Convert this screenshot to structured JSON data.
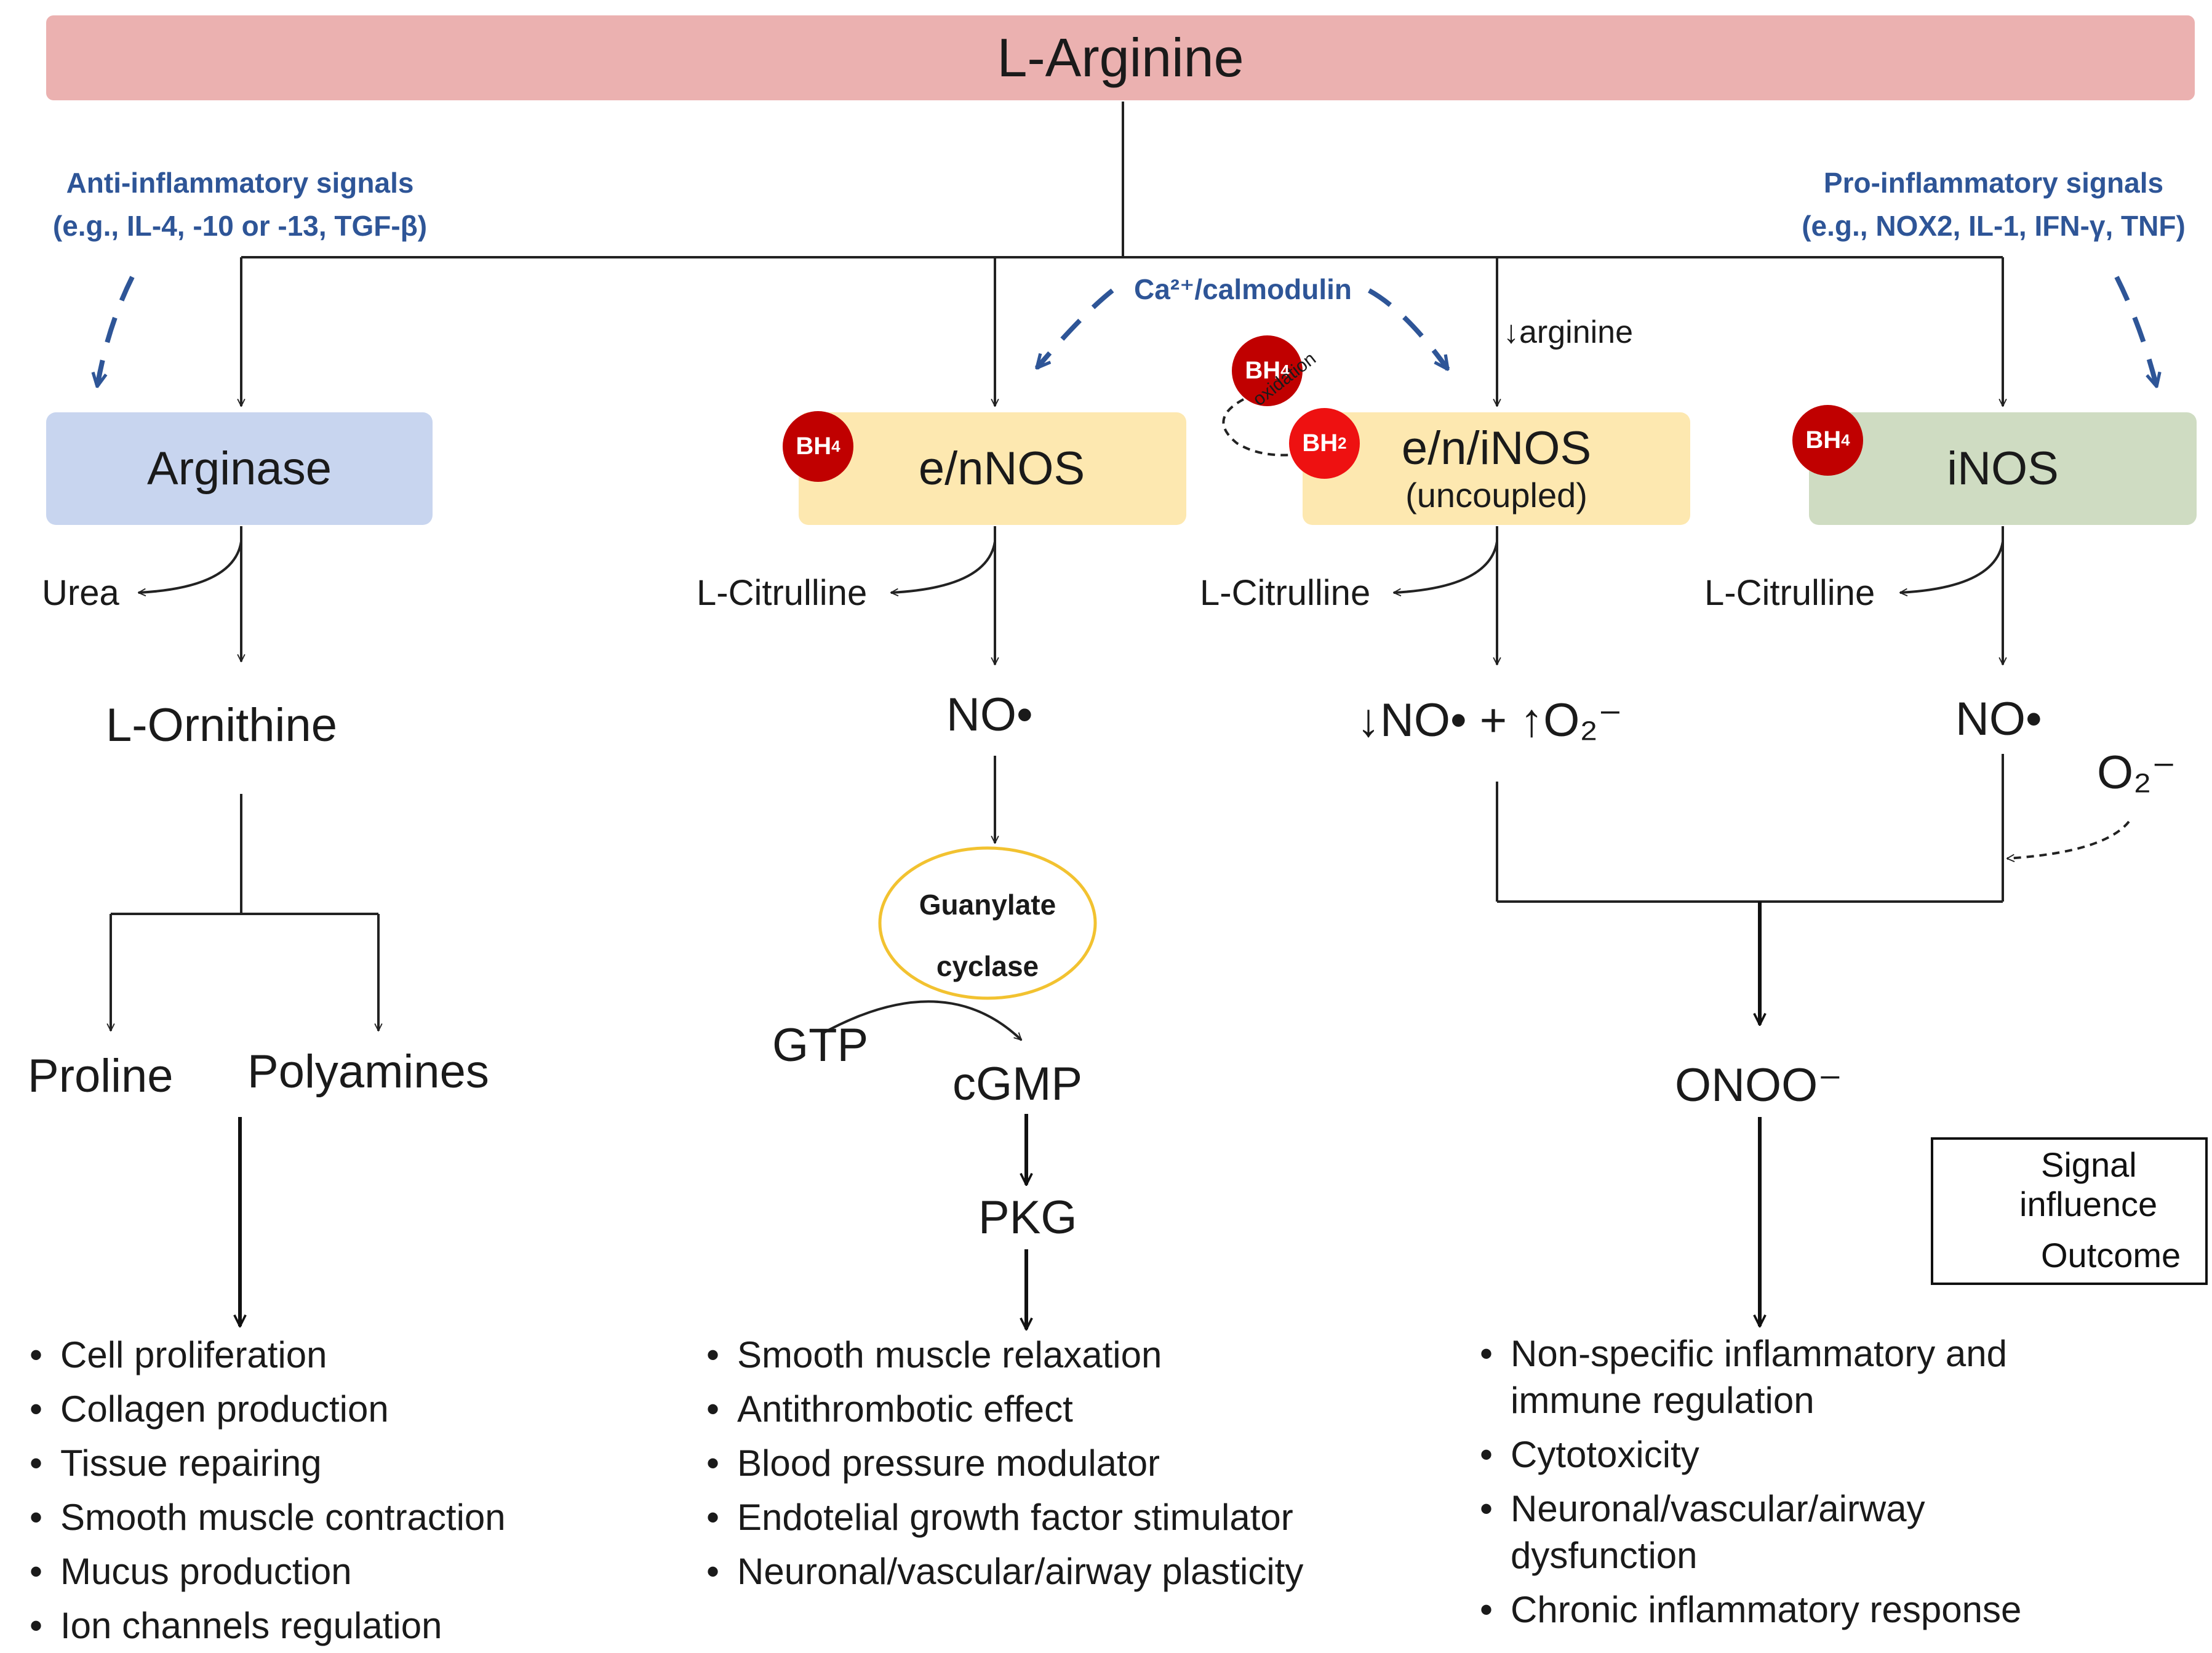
{
  "colors": {
    "arginine_bar": "#ebb1b0",
    "arginase_box": "#c8d5ef",
    "nos_box": "#fde8b0",
    "inos_box": "#cfdcc2",
    "bh4_circle": "#c00000",
    "bh2_circle": "#ee1111",
    "signal_text": "#2e5597",
    "guanylate_outline": "#f2c230"
  },
  "title": "L-Arginine",
  "signals": {
    "anti": {
      "line1": "Anti-inflammatory  signals",
      "line2": "(e.g., IL-4, -10 or -13, TGF-β)"
    },
    "pro": {
      "line1": "Pro-inflammatory  signals",
      "line2": "(e.g., NOX2, IL-1, IFN-γ, TNF)"
    },
    "calmodulin": "Ca²⁺/calmodulin"
  },
  "enzymes": {
    "arginase": "Arginase",
    "en_nos": "e/nNOS",
    "uncoupled": {
      "name": "e/n/iNOS",
      "note": "(uncoupled)"
    },
    "inos": "iNOS"
  },
  "cofactors": {
    "bh4": "BH",
    "bh4_sub": "4",
    "bh2": "BH",
    "bh2_sub": "2",
    "oxidation": "oxidation"
  },
  "low_arginine": "↓arginine",
  "products": {
    "urea": "Urea",
    "citrulline": "L-Citrulline",
    "ornithine": "L-Ornithine",
    "proline": "Proline",
    "polyamines": "Polyamines",
    "no": "NO•",
    "no_o2": "↓NO• + ↑O₂⁻",
    "no_inos": "NO•",
    "o2": "O₂⁻",
    "guanylate": {
      "line1": "Guanylate",
      "line2": "cyclase"
    },
    "gtp": "GTP",
    "cgmp": "cGMP",
    "pkg": "PKG",
    "onoo": "ONOO⁻"
  },
  "outcomes": {
    "arginase": [
      "Cell proliferation",
      "Collagen  production",
      "Tissue repairing",
      "Smooth muscle contraction",
      "Mucus production",
      "Ion channels regulation"
    ],
    "nos": [
      "Smooth muscle relaxation",
      "Antithrombotic effect",
      "Blood pressure modulator",
      "Endotelial growth factor stimulator",
      "Neuronal/vascular/airway plasticity"
    ],
    "inos": [
      "Non-specific inflammatory and immune regulation",
      "Cytotoxicity",
      "Neuronal/vascular/airway dysfunction",
      "Chronic inflammatory response"
    ]
  },
  "legend": {
    "signal_line1": "Signal",
    "signal_line2": "influence",
    "outcome": "Outcome"
  }
}
